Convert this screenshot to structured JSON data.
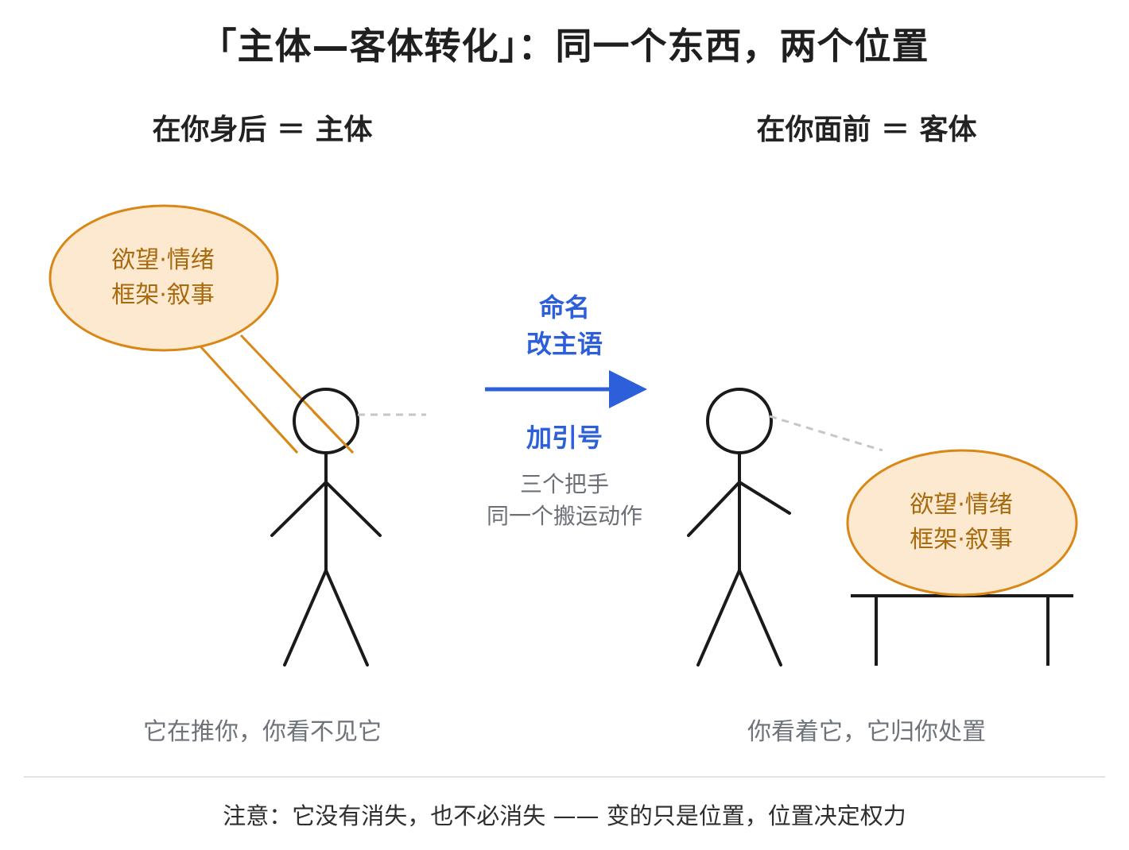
{
  "title": "「主体—客体转化」：同一个东西，两个位置",
  "left": {
    "heading": "在你身后 ＝ 主体",
    "bubble_lines": [
      "欲望·情绪",
      "框架·叙事"
    ],
    "caption": "它在推你，你看不见它"
  },
  "right": {
    "heading": "在你面前 ＝ 客体",
    "bubble_lines": [
      "欲望·情绪",
      "框架·叙事"
    ],
    "caption": "你看着它，它归你处置"
  },
  "transition": {
    "top_lines": [
      "命名",
      "改主语"
    ],
    "bottom_label": "加引号",
    "note_lines": [
      "三个把手",
      "同一个搬运动作"
    ]
  },
  "footnote": "注意：它没有消失，也不必消失 —— 变的只是位置，位置决定权力",
  "colors": {
    "bubble_fill": "#fde9cf",
    "bubble_stroke": "#d98717",
    "bubble_text": "#a86a0e",
    "arrow": "#2d5fdb",
    "figure": "#1a1a1a",
    "gaze_line": "#c4c6cc"
  }
}
